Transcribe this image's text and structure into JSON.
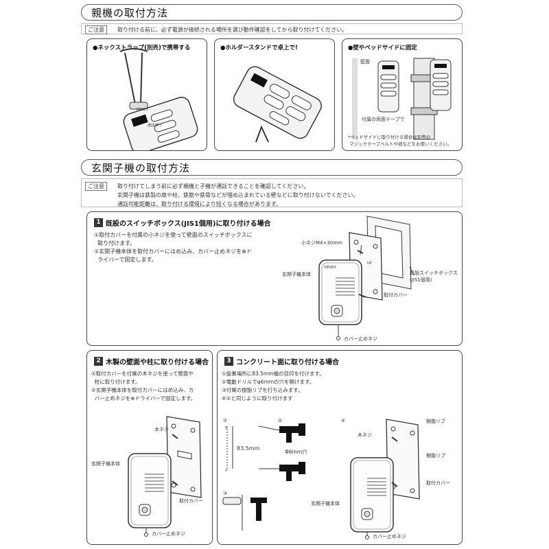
{
  "section1": {
    "title": "親機の取付方法",
    "caution_tag": "ご注意",
    "caution_text": "取り付ける前に、必ず電源が接続される場所を選び動作確認をしてから取り付けてください。",
    "panels": [
      {
        "title": "●ネックストラップ(別売)で携帯する",
        "device_text": [
          "REVEX",
          "通話/終了"
        ]
      },
      {
        "title": "●ホルダースタンドで卓上で!"
      },
      {
        "title": "●壁やベッドサイドに固定",
        "label_wall": "壁面",
        "label_tape": "付属の両面テープで",
        "note": "*ベッドサイドに取り付ける場合は別売の\n マジックテープベルトや紐などをお使いください。"
      }
    ]
  },
  "section2": {
    "title": "玄関子機の取付方法",
    "caution_tag": "ご注意",
    "caution_text": "取り付けてしまう前に必ず親機と子機が通話できることを確認してください。\n玄関子機は鉄製の扉や柱、鉄筋や鉄骨などが埋め込まれている壁などに取り付けないでください。\n通話可能距離は、取り付ける環境により短くなる場合があります。"
  },
  "box1": {
    "num": "1",
    "title": "既設のスイッチボックス(JIS1個用)に取り付ける場合",
    "steps": "①取付カバーを付属の小ネジを使って壁面のスイッチボックスに\n  取り付けます。\n②玄関子機本体を取付カバーにはめ込み、カバー止めネジを⊕ド\n  ライバーで固定します。",
    "labels": {
      "screw": "小ネジM4×30mm",
      "body": "玄関子機本体",
      "box": "既設スイッチボックス\n(JIS1個用)",
      "cover": "取付カバー",
      "stop": "カバー止めネジ",
      "up": "UP",
      "brand": "REVEX"
    }
  },
  "box2": {
    "num": "2",
    "title": "木製の壁面や柱に取り付ける場合",
    "steps": "①取付カバーを付属の木ネジを使って壁面や\n  柱に取り付けます。\n②玄関子機本体を取付カバーにはめ込み、カ\n  バー止めネジを⊕ドライバーで固定します。",
    "labels": {
      "screw": "木ネジ",
      "body": "玄関子機本体",
      "cover": "取付カバー",
      "stop": "カバー止めネジ"
    }
  },
  "box3": {
    "num": "3",
    "title": "コンクリート面に取り付ける場合",
    "steps": "①設置場所に83.5mm幅の目印を付けます。\n②電動ドリルでφ6mmの穴を開けます。\n③付属の樹脂リブを打ち込みます。\n④②と同じように取り付けます",
    "labels": {
      "c1": "①",
      "c2": "②",
      "c3": "③",
      "c4": "④",
      "dim": "83.5mm",
      "hole": "Φ6mm穴",
      "screw": "木ネジ",
      "rib1": "樹脂リブ",
      "rib2": "樹脂リブ",
      "body": "玄関子機本体",
      "cover": "取付カバー",
      "stop": "カバー止めネジ"
    }
  }
}
